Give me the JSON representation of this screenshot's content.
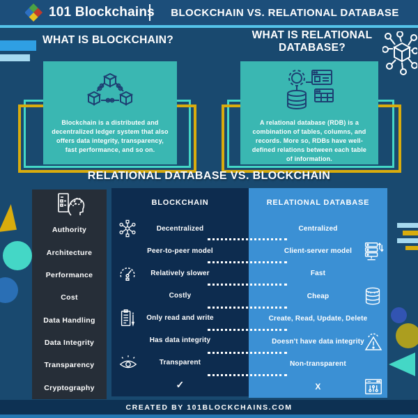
{
  "header": {
    "logo_text": "101 Blockchains",
    "title": "BLOCKCHAIN VS. RELATIONAL DATABASE"
  },
  "sections": {
    "blockchain": {
      "heading": "WHAT IS BLOCKCHAIN?",
      "description": "Blockchain is a distributed and decentralized ledger system that also offers data integrity, transparency, fast performance, and so on."
    },
    "relational": {
      "heading": "WHAT IS RELATIONAL DATABASE?",
      "description": "A relational database (RDB) is a combination of tables, columns, and records. More so, RDBs have well-defined relations between each table of information."
    }
  },
  "comparison": {
    "title": "RELATIONAL DATABASE VS. BLOCKCHAIN",
    "col_blockchain": "BLOCKCHAIN",
    "col_relational": "RELATIONAL DATABASE",
    "rows": [
      {
        "label": "Authority",
        "blockchain": "Decentralized",
        "relational": "Centralized"
      },
      {
        "label": "Architecture",
        "blockchain": "Peer-to-peer model",
        "relational": "Client-server model"
      },
      {
        "label": "Performance",
        "blockchain": "Relatively slower",
        "relational": "Fast"
      },
      {
        "label": "Cost",
        "blockchain": "Costly",
        "relational": "Cheap"
      },
      {
        "label": "Data Handling",
        "blockchain": "Only read and write",
        "relational": "Create, Read, Update, Delete"
      },
      {
        "label": "Data Integrity",
        "blockchain": "Has data integrity",
        "relational": "Doesn't have data integrity"
      },
      {
        "label": "Transparency",
        "blockchain": "Transparent",
        "relational": "Non-transparent"
      },
      {
        "label": "Cryptography",
        "blockchain": "✓",
        "relational": "X"
      }
    ]
  },
  "footer": {
    "credit": "CREATED BY 101BLOCKCHAINS.COM"
  },
  "icons": {
    "logo": "diamond-cluster",
    "top_right": "network-cube",
    "blockchain_card": "linked-cubes",
    "relational_card": "database-gear-tables",
    "attribute_header": "head-with-gears",
    "row1_blockchain": "decentralized-network",
    "row3_blockchain": "speedometer",
    "row5_blockchain": "clipboard-pen",
    "row7_blockchain": "eye",
    "row2_relational": "server-stack",
    "row4_relational": "coins",
    "row6_relational": "warning-gear",
    "row8_relational": "window-circuit"
  },
  "colors": {
    "page_bg": "#19496F",
    "header_bg": "#1C4E7A",
    "cyan_line": "#55C3E9",
    "teal_card": "#3AB7B2",
    "card_icon_navy": "#1D3F72",
    "attr_col_bg": "#262E38",
    "blockchain_col_bg": "#0D2C4F",
    "relational_col_bg": "#3B90D4",
    "accent_yellow": "#D9AC0D",
    "accent_teal": "#44D7C6",
    "accent_light_blue": "#A6D9EF",
    "accent_blue": "#2F9FE3"
  }
}
